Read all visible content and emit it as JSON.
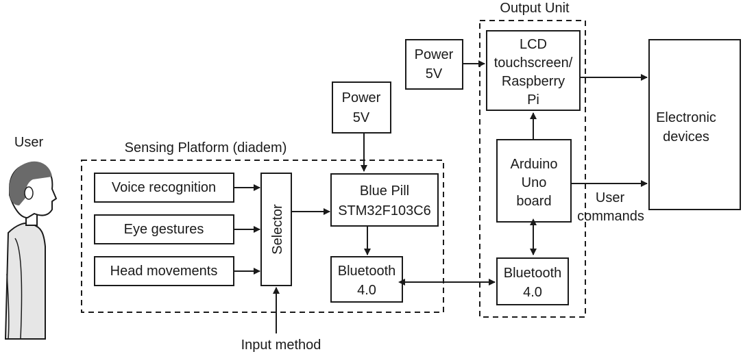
{
  "user_label": "User",
  "sensing_platform": {
    "title": "Sensing Platform (diadem)",
    "inputs": [
      "Voice recognition",
      "Eye gestures",
      "Head movements"
    ],
    "selector": "Selector",
    "input_method": "Input method",
    "power": [
      "Power",
      "5V"
    ],
    "blue_pill": [
      "Blue Pill",
      "STM32F103C6"
    ],
    "bluetooth": [
      "Bluetooth",
      "4.0"
    ]
  },
  "output_unit": {
    "title": "Output Unit",
    "power": [
      "Power",
      "5V"
    ],
    "lcd": [
      "LCD",
      "touchscreen/",
      "Raspberry",
      "Pi"
    ],
    "arduino": [
      "Arduino",
      "Uno",
      "board"
    ],
    "bluetooth": [
      "Bluetooth",
      "4.0"
    ]
  },
  "electronic_devices": [
    "Electronic",
    "devices"
  ],
  "user_commands": [
    "User",
    "commands"
  ]
}
